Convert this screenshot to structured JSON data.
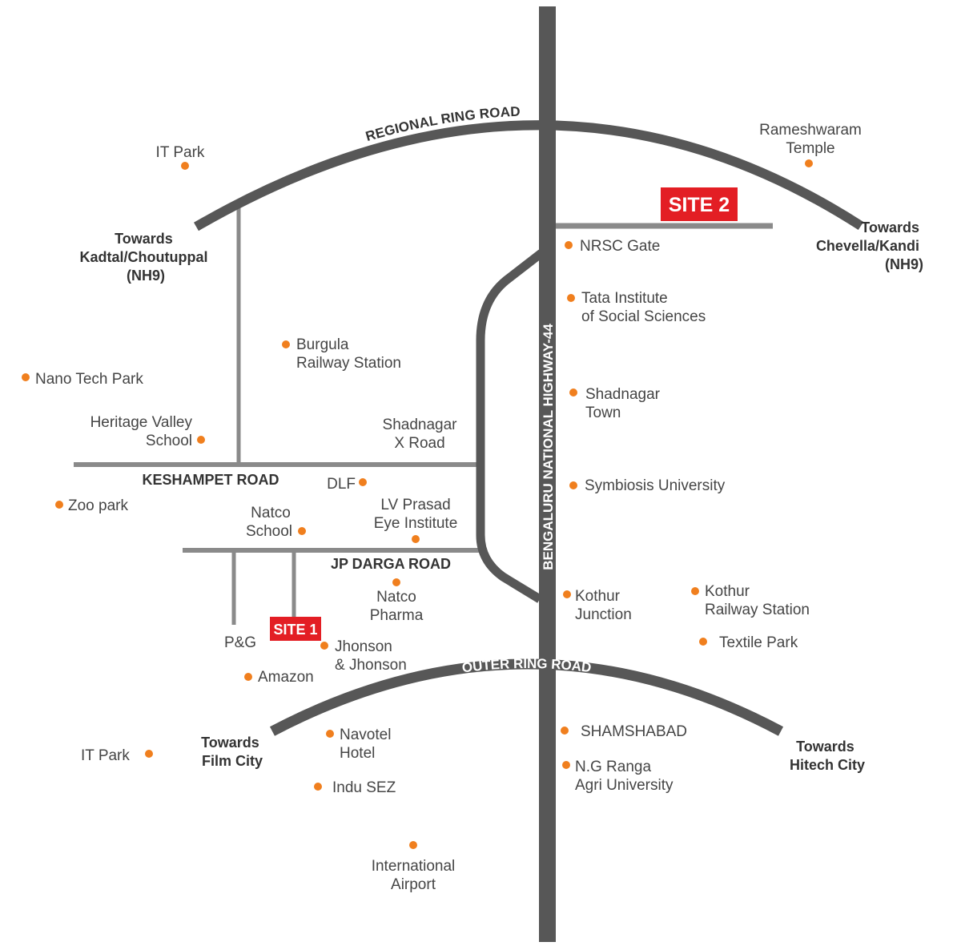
{
  "roads": {
    "regional_ring_road": "REGIONAL RING ROAD",
    "outer_ring_road": "OUTER RING ROAD",
    "highway": "BENGALURU NATIONAL HIGHWAY-44",
    "keshampet_road": "KESHAMPET ROAD",
    "jp_darga_road": "JP DARGA ROAD"
  },
  "sites": {
    "site1": "SITE 1",
    "site2": "SITE 2"
  },
  "directions": {
    "kadtal": [
      "Towards",
      "Kadtal/Choutuppal",
      "(NH9)"
    ],
    "chevella": [
      "Towards",
      "Chevella/Kandi",
      "(NH9)"
    ],
    "film_city": [
      "Towards",
      "Film City"
    ],
    "hitech_city": [
      "Towards",
      "Hitech City"
    ]
  },
  "places": {
    "it_park_north": [
      "IT Park"
    ],
    "rameshwaram": [
      "Rameshwaram",
      "Temple"
    ],
    "nrsc_gate": [
      "NRSC Gate"
    ],
    "tata_institute": [
      "Tata Institute",
      "of Social Sciences"
    ],
    "burgula": [
      "Burgula",
      "Railway Station"
    ],
    "nano_tech": [
      "Nano Tech Park"
    ],
    "heritage_valley": [
      "Heritage Valley",
      "School"
    ],
    "shadnagar_x_road": [
      "Shadnagar",
      "X Road"
    ],
    "shadnagar_town": [
      "Shadnagar",
      "Town"
    ],
    "symbiosis": [
      "Symbiosis University"
    ],
    "dlf": [
      "DLF"
    ],
    "zoo_park": [
      "Zoo park"
    ],
    "natco_school": [
      "Natco",
      "School"
    ],
    "lv_prasad": [
      "LV Prasad",
      "Eye Institute"
    ],
    "natco_pharma": [
      "Natco",
      "Pharma"
    ],
    "kothur_junction": [
      "Kothur",
      "Junction"
    ],
    "kothur_railway": [
      "Kothur",
      "Railway Station"
    ],
    "textile_park": [
      "Textile Park"
    ],
    "pg": [
      "P&G"
    ],
    "jhonson": [
      "Jhonson",
      "& Jhonson"
    ],
    "amazon": [
      "Amazon"
    ],
    "it_park_south": [
      "IT Park"
    ],
    "navotel": [
      "Navotel",
      "Hotel"
    ],
    "indu_sez": [
      "Indu SEZ"
    ],
    "shamshabad": [
      "SHAMSHABAD"
    ],
    "ng_ranga": [
      "N.G Ranga",
      "Agri University"
    ],
    "airport": [
      "International",
      "Airport"
    ]
  },
  "colors": {
    "road": "#575757",
    "minor_road": "#8a8a8a",
    "poi": "#f07f1e",
    "site": "#e31e24"
  }
}
